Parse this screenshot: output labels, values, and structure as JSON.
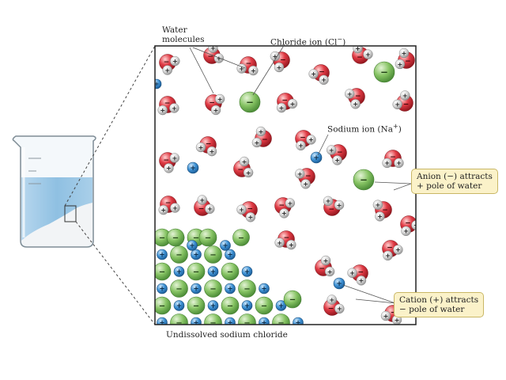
{
  "labels": {
    "water_molecules": [
      "Water",
      "molecules"
    ],
    "chloride_ion_prefix": "Chloride ion (Cl",
    "chloride_ion_sup": "−",
    "chloride_ion_suffix": ")",
    "sodium_ion_prefix": "Sodium ion (Na",
    "sodium_ion_sup": "+",
    "sodium_ion_suffix": ")",
    "undissolved": "Undissolved sodium chloride"
  },
  "callouts": {
    "anion": [
      "Anion (−) attracts",
      "+ pole of water"
    ],
    "cation": [
      "Cation (+) attracts",
      "− pole of water"
    ]
  },
  "colors": {
    "chloride": "#7fbf5f",
    "sodium": "#3f8fd0",
    "oxygen": "#d8303a",
    "hydrogen": "#c9c9c9",
    "water_fill": "#9cc7e6",
    "callout_bg": "#fbf2c9"
  }
}
